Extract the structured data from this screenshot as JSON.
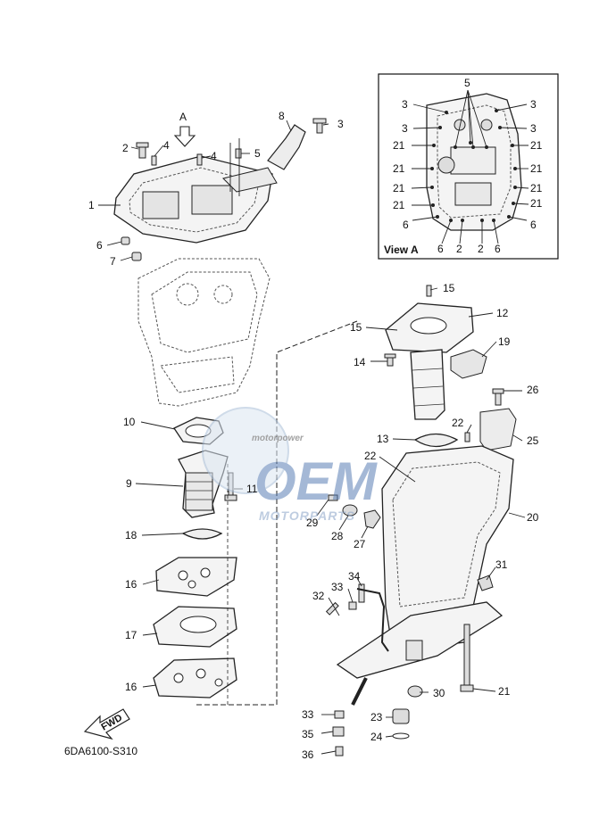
{
  "diagram": {
    "code": "6DA6100-S310",
    "view_label": "View A",
    "view_arrow_label": "A",
    "fwd_label": "FWD",
    "watermark": {
      "logo": "OEM",
      "sub": "MOTORPARTS",
      "tag": "motorpower"
    },
    "callouts": [
      "1",
      "2",
      "3",
      "4",
      "5",
      "6",
      "7",
      "8",
      "9",
      "10",
      "11",
      "12",
      "13",
      "14",
      "15",
      "16",
      "17",
      "18",
      "19",
      "20",
      "21",
      "22",
      "23",
      "24",
      "25",
      "26",
      "27",
      "28",
      "29",
      "30",
      "31",
      "32",
      "33",
      "34",
      "35",
      "36"
    ],
    "view_a_callouts": [
      "2",
      "3",
      "5",
      "6",
      "21"
    ]
  }
}
